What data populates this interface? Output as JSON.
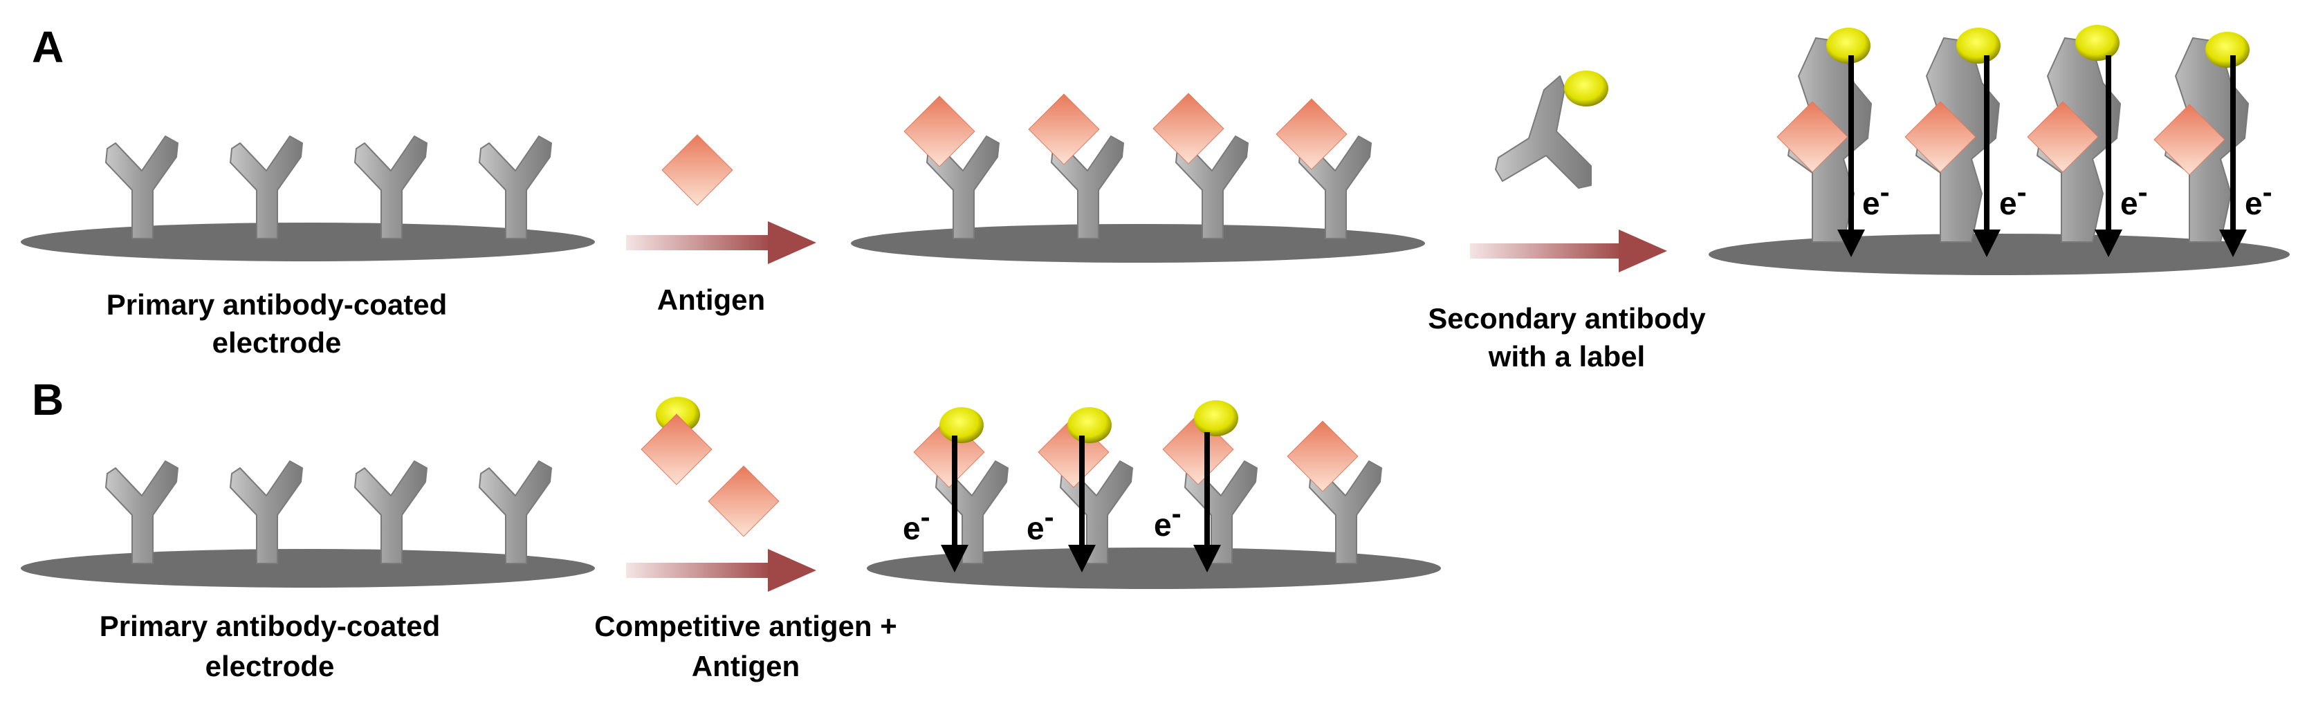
{
  "panels": [
    {
      "letter": "A",
      "captions": {
        "step1": [
          "Primary antibody-coated",
          "electrode"
        ],
        "step2": [
          "Antigen"
        ],
        "step3": [
          "Secondary antibody",
          "with a label"
        ]
      },
      "electron_label": "e",
      "electron_sup": "-"
    },
    {
      "letter": "B",
      "captions": {
        "step1": [
          "Primary antibody-coated",
          "electrode"
        ],
        "step2": [
          "Competitive antigen +",
          "Antigen"
        ]
      },
      "electron_label": "e",
      "electron_sup": "-"
    }
  ],
  "colors": {
    "electrode": "#6e6e6e",
    "antibody": "#9a9a9a",
    "antigen": "#f2a07e",
    "label": "#d8d800",
    "arrow": "#a04848",
    "electron_arrow": "#000000"
  }
}
